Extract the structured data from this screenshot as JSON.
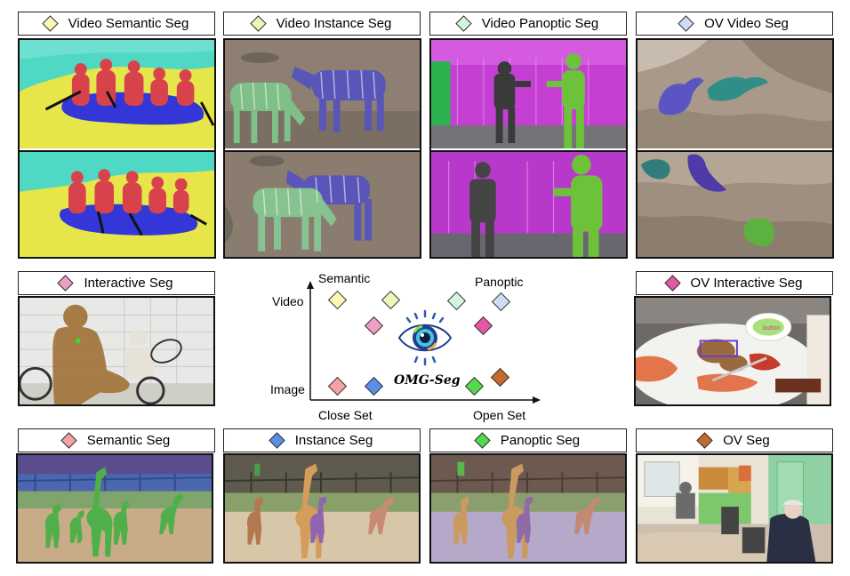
{
  "tasks": {
    "video_semantic_seg": {
      "label": "Video Semantic Seg",
      "color": "#fdf7b5"
    },
    "video_instance_seg": {
      "label": "Video Instance Seg",
      "color": "#e9f7b7"
    },
    "video_panoptic_seg": {
      "label": "Video Panoptic Seg",
      "color": "#d3f5dd"
    },
    "ov_video_seg": {
      "label": "OV Video Seg",
      "color": "#cfdcf5"
    },
    "interactive_seg": {
      "label": "Interactive Seg",
      "color": "#ef9ec5"
    },
    "ov_interactive_seg": {
      "label": "OV Interactive Seg",
      "color": "#e25aa4"
    },
    "semantic_seg": {
      "label": "Semantic Seg",
      "color": "#f4a3a3"
    },
    "instance_seg": {
      "label": "Instance Seg",
      "color": "#5b8fe6"
    },
    "panoptic_seg": {
      "label": "Panoptic Seg",
      "color": "#56d84b"
    },
    "ov_seg": {
      "label": "OV Seg",
      "color": "#c46a2c"
    }
  },
  "center": {
    "y_axis_top": "Video",
    "y_axis_bottom": "Image",
    "x_axis_left": "Close Set",
    "x_axis_right": "Open Set",
    "top_left_label": "Semantic",
    "top_right_label": "Panoptic",
    "logo_text": "OMG-Seg"
  },
  "photo_text": {
    "plate_sign": "button"
  }
}
